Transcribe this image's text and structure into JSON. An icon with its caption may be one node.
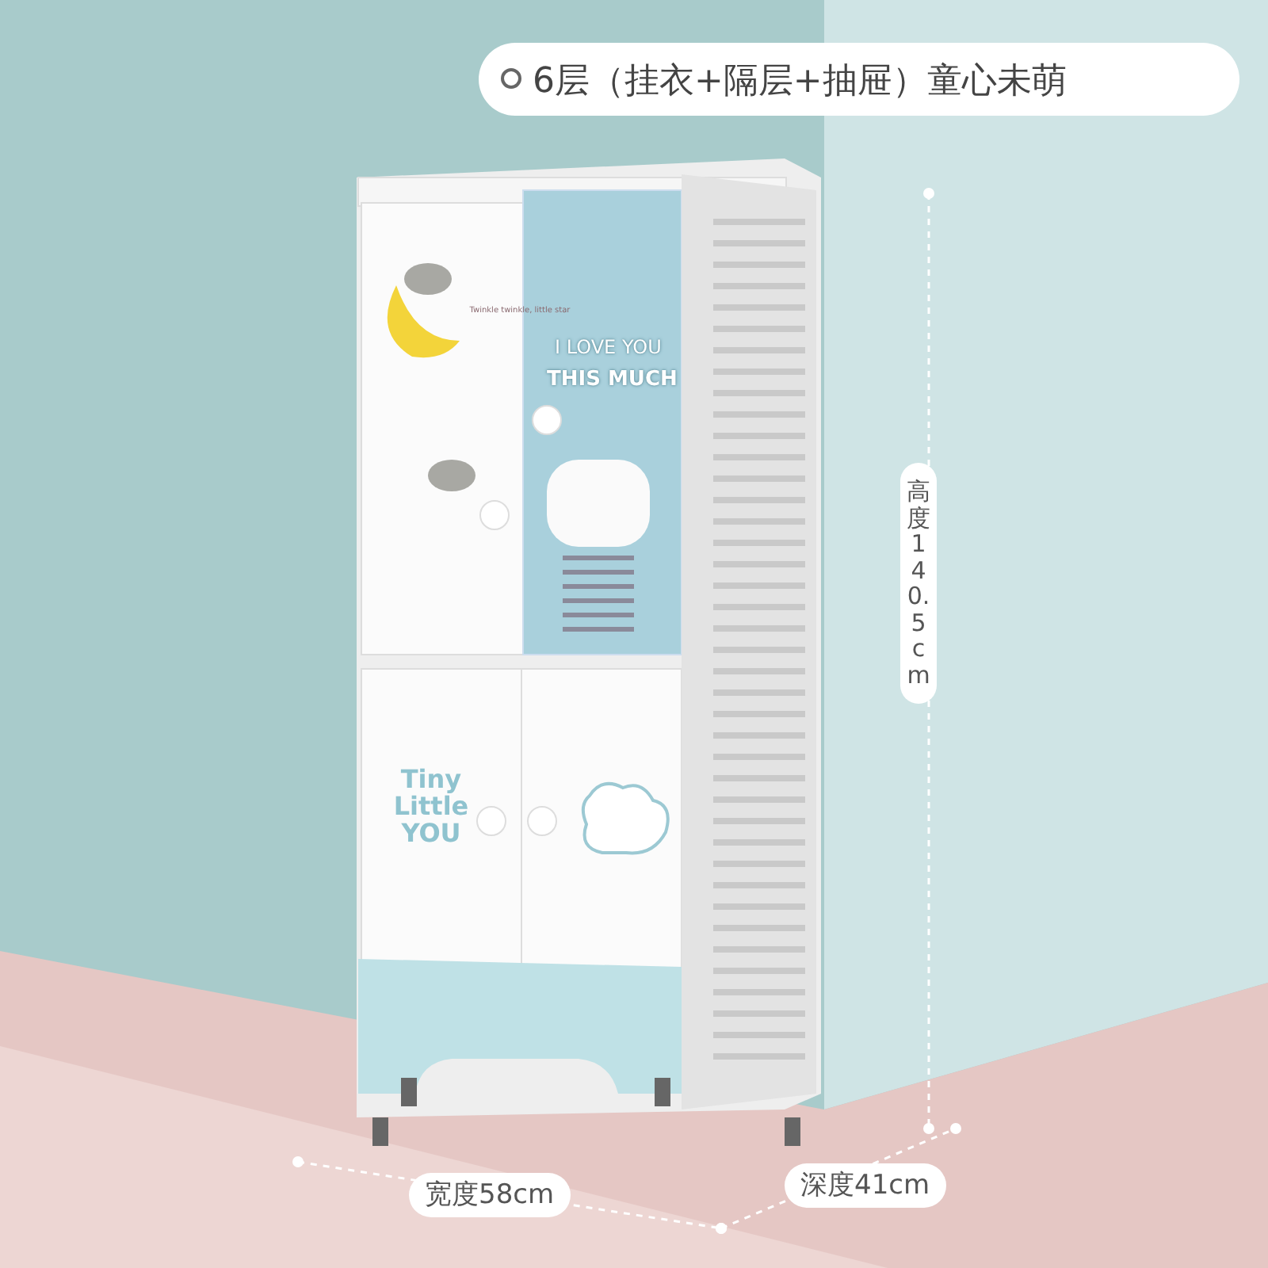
{
  "diagram": {
    "title": "6层（挂衣+隔层+抽屉）童心未萌",
    "labels": [
      "Twinkle twinkle, little star",
      "I LOVE YOU",
      "THIS MUCH",
      "Tiny Little YOU",
      "高度140.5cm",
      "宽度58cm",
      "深度41cm"
    ]
  }
}
